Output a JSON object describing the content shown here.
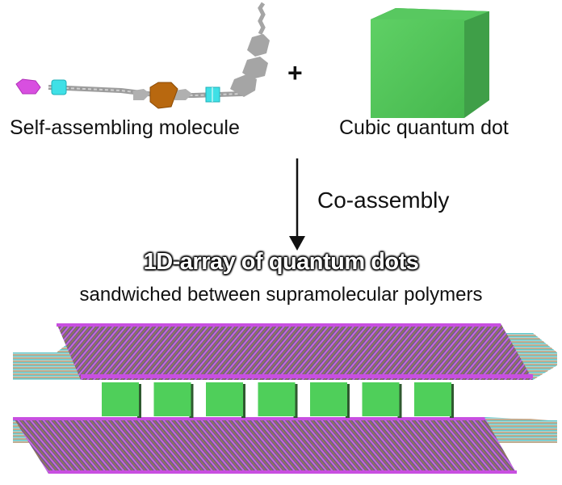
{
  "figure": {
    "components": {
      "molecule_label": "Self-assembling molecule",
      "plus_sign": "+",
      "quantum_dot_label": "Cubic quantum dot"
    },
    "process": {
      "arrow_label": "Co-assembly"
    },
    "result": {
      "title": "1D-array of quantum dots",
      "subtitle": "sandwiched between supramolecular polymers",
      "quantum_dot_count": 7
    },
    "colors": {
      "qd_green": "#4fcf5a",
      "qd_green_dark": "#3a9a42",
      "magenta": "#d84fe0",
      "cyan": "#3fe0e6",
      "orange": "#b8680f",
      "gray": "#a5a5a5",
      "polymer_purple": "#8a5cc8",
      "polymer_brown": "#7a5a3a"
    }
  }
}
